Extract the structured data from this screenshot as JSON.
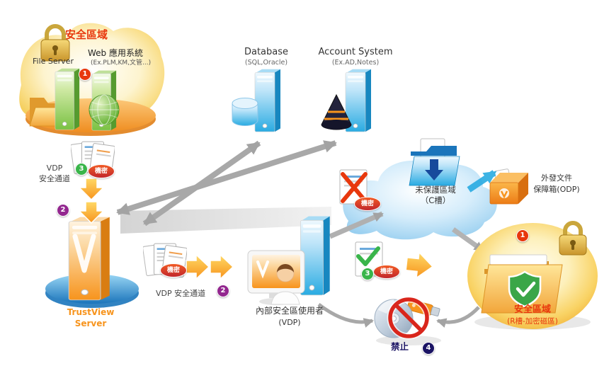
{
  "regions": {
    "secure_zone_top": {
      "title": "安全區域",
      "file_server": "File Server",
      "web_app": "Web 應用系統",
      "web_app_sub": "(Ex.PLM,KM,文管...)"
    },
    "database": {
      "title": "Database",
      "sub": "(SQL,Oracle)"
    },
    "account": {
      "title": "Account System",
      "sub": "(Ex.AD,Notes)"
    },
    "vdp_left": {
      "line1": "VDP",
      "line2": "安全通道"
    },
    "trustview": {
      "line1": "TrustView",
      "line2": "Server"
    },
    "vdp_mid": {
      "label": "VDP 安全通道"
    },
    "internal_user": {
      "title": "內部安全區使用者",
      "sub": "(VDP)"
    },
    "cloud": {
      "line1": "未保護區域",
      "line2": "（C槽）"
    },
    "odp": {
      "line1": "外發文件",
      "line2": "保障箱(ODP)"
    },
    "secure_zone_r": {
      "title": "安全區域",
      "sub": "(R槽-加密磁區)"
    },
    "forbidden": {
      "label": "禁止"
    }
  },
  "stamp": {
    "text": "機密"
  },
  "badges": {
    "one": "1",
    "two": "2",
    "three": "3",
    "four": "4"
  },
  "colors": {
    "accent_orange": "#f7941d",
    "accent_red": "#e8380d",
    "accent_blue": "#29abe2",
    "accent_green": "#39b54a",
    "accent_purple": "#93278f",
    "accent_navy": "#1b1464"
  }
}
